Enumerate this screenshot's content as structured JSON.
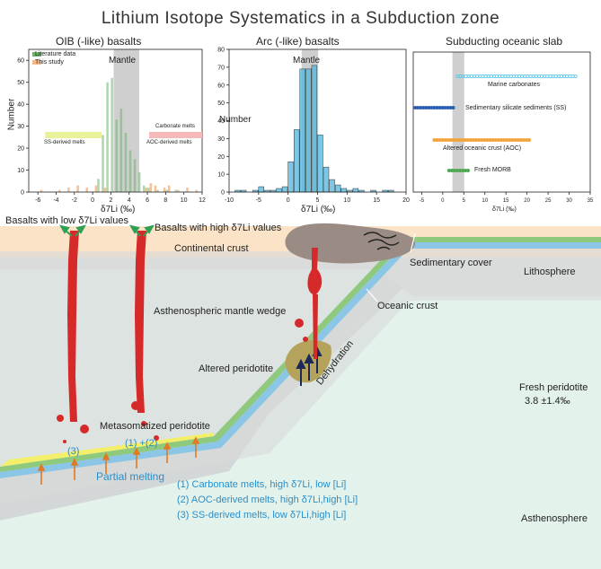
{
  "title": "Lithium Isotope Systematics in a Subduction zone",
  "panels": {
    "oib": {
      "title": "OIB (-like)  basalts",
      "ylabel": "Number",
      "xlabel": "δ7Li (‰)",
      "legend": [
        "Literature data",
        "This study"
      ],
      "mantle_label": "Mantle",
      "annotations": {
        "ss": "SS-derived melts",
        "carb": "Carbonate melts",
        "aoc": "AOC-derived melts"
      }
    },
    "arc": {
      "title": "Arc (-like)  basalts",
      "ylabel": "Number",
      "xlabel": "δ7Li (‰)",
      "mantle_label": "Mantle"
    },
    "slab": {
      "title": "Subducting oceanic slab",
      "xlabel": "δ7Li (‰)",
      "rows": [
        "Marine carbonates",
        "Sedimentary silicate sediments (SS)",
        "Altered oceanic crust (AOC)",
        "Fresh MORB"
      ]
    }
  },
  "chart_data": [
    {
      "type": "bar",
      "title": "OIB (-like)  basalts",
      "ylabel": "Number",
      "xlabel": "δ7Li (‰)",
      "xlim": [
        -7,
        12
      ],
      "ylim": [
        0,
        65
      ],
      "xticks": [
        -6,
        -4,
        -2,
        0,
        2,
        4,
        6,
        8,
        10,
        12
      ],
      "yticks": [
        0,
        10,
        20,
        30,
        40,
        50,
        60
      ],
      "bin_width": 0.5,
      "mantle_range": [
        2.3,
        5.1
      ],
      "series": [
        {
          "name": "Literature data",
          "color": "#6fb26f",
          "bins": [
            [
              0.5,
              6
            ],
            [
              1.0,
              26
            ],
            [
              1.5,
              50
            ],
            [
              2.0,
              52
            ],
            [
              2.5,
              33
            ],
            [
              3.0,
              38
            ],
            [
              3.5,
              27
            ],
            [
              4.0,
              19
            ],
            [
              4.5,
              15
            ],
            [
              5.0,
              9
            ],
            [
              5.5,
              3
            ],
            [
              6.0,
              2
            ],
            [
              7.0,
              1
            ],
            [
              8.0,
              1
            ],
            [
              9.0,
              1
            ]
          ]
        },
        {
          "name": "This study",
          "color": "#f08a3c",
          "bins": [
            [
              -6.0,
              1
            ],
            [
              -4.0,
              1
            ],
            [
              -3.0,
              2
            ],
            [
              -2.0,
              3
            ],
            [
              -1.0,
              2
            ],
            [
              0.0,
              3
            ],
            [
              1.0,
              2
            ],
            [
              5.5,
              2
            ],
            [
              6.0,
              4
            ],
            [
              6.5,
              3
            ],
            [
              7.5,
              2
            ],
            [
              8.0,
              3
            ],
            [
              9.0,
              1
            ],
            [
              10.0,
              2
            ],
            [
              11.0,
              1
            ]
          ]
        }
      ]
    },
    {
      "type": "bar",
      "title": "Arc (-like)  basalts",
      "ylabel": "Number",
      "xlabel": "δ7Li (‰)",
      "xlim": [
        -10,
        20
      ],
      "ylim": [
        0,
        80
      ],
      "xticks": [
        -10,
        -5,
        0,
        5,
        10,
        15,
        20
      ],
      "yticks": [
        0,
        10,
        20,
        30,
        40,
        50,
        60,
        70,
        80
      ],
      "mantle_range": [
        2.3,
        5.1
      ],
      "series": [
        {
          "name": "",
          "color": "#4fb6dd",
          "bins": [
            [
              -9,
              1
            ],
            [
              -8,
              1
            ],
            [
              -6,
              1
            ],
            [
              -5,
              3
            ],
            [
              -4,
              1
            ],
            [
              -3,
              1
            ],
            [
              -2,
              2
            ],
            [
              -1,
              3
            ],
            [
              0,
              17
            ],
            [
              1,
              35
            ],
            [
              2,
              69
            ],
            [
              3,
              69
            ],
            [
              4,
              71
            ],
            [
              5,
              32
            ],
            [
              6,
              14
            ],
            [
              7,
              7
            ],
            [
              8,
              4
            ],
            [
              9,
              2
            ],
            [
              10,
              1
            ],
            [
              11,
              2
            ],
            [
              12,
              1
            ],
            [
              14,
              1
            ],
            [
              16,
              1
            ],
            [
              17,
              1
            ]
          ]
        }
      ]
    },
    {
      "type": "scatter",
      "title": "Subducting oceanic slab",
      "xlabel": "δ7Li (‰)",
      "xlim": [
        -7,
        35
      ],
      "xticks": [
        -5,
        0,
        5,
        10,
        15,
        20,
        25,
        30,
        35
      ],
      "mantle_range": [
        2.3,
        5.1
      ],
      "series": [
        {
          "name": "Marine carbonates",
          "color": "#4fc7e6",
          "range": [
            3.5,
            31.5
          ]
        },
        {
          "name": "Sedimentary silicate sediments (SS)",
          "color": "#2b5fb3",
          "range": [
            -6.5,
            2.5
          ]
        },
        {
          "name": "Altered oceanic crust (AOC)",
          "color": "#f2a43a",
          "range": [
            -2.0,
            20.5
          ]
        },
        {
          "name": "Fresh MORB",
          "color": "#4fa852",
          "range": [
            1.5,
            6.0
          ]
        }
      ]
    }
  ],
  "diagram": {
    "basalts_low": "Basalts with low δ7Li values",
    "basalts_high": "Basalts with high δ7Li values",
    "continental_crust": "Continental crust",
    "sedimentary_cover": "Sedimentary cover",
    "lithosphere": "Lithosphere",
    "oceanic_crust": "Oceanic crust",
    "mantle_wedge": "Asthenospheric mantle wedge",
    "altered_peridotite": "Altered peridotite",
    "dehydration": "Dehydration",
    "fresh_peridotite": "Fresh peridotite",
    "fresh_peridotite_value": "3.8 ±1.4‰",
    "metasomatized": "Metasomatized peridotite",
    "label_3": "(3)",
    "label_1_2": "(1) +(2)",
    "partial_melting": "Partial melting",
    "legend": [
      "(1) Carbonate melts, high δ7Li, low [Li]",
      "(2) AOC-derived melts, high δ7Li,high  [Li]",
      "(3) SS-derived melts, low δ7Li,high  [Li]"
    ],
    "asthenosphere": "Asthenosphere"
  }
}
